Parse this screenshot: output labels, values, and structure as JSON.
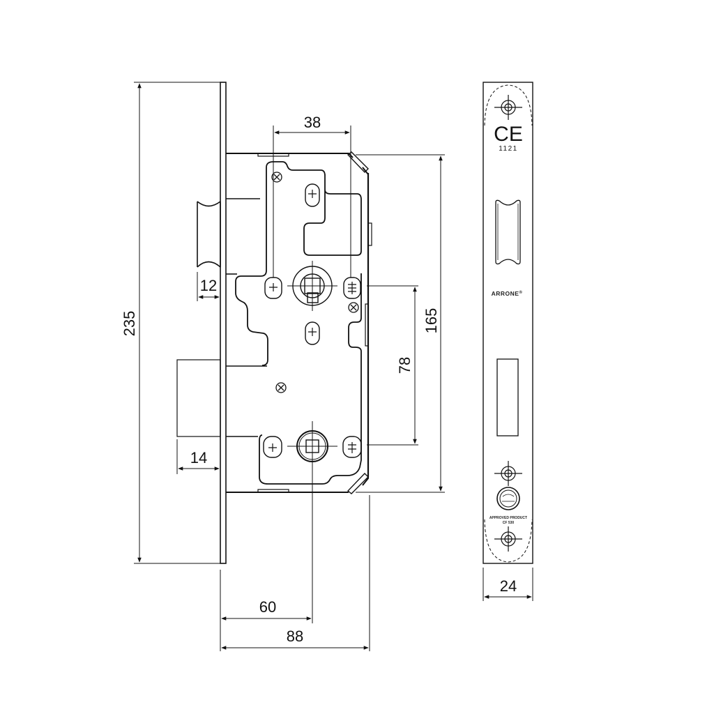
{
  "drawing": {
    "title": "Mortice lock technical drawing",
    "units": "mm",
    "side_view": {
      "dimensions": {
        "faceplate_height": "235",
        "case_height": "165",
        "backset": "60",
        "case_depth": "88",
        "lever_to_cylinder_centres": "78",
        "follower_to_screw_spacing": "38",
        "latch_projection": "12",
        "deadbolt_projection": "14"
      }
    },
    "front_view": {
      "faceplate_width": "24",
      "ce_mark": "CE",
      "notified_body": "1121",
      "brand": "ARRONE",
      "brand_mark": "®",
      "certification_line1": "APPROVED PRODUCT",
      "certification_line2": "CF 530"
    },
    "colors": {
      "line": "#111111",
      "background": "#ffffff"
    }
  }
}
